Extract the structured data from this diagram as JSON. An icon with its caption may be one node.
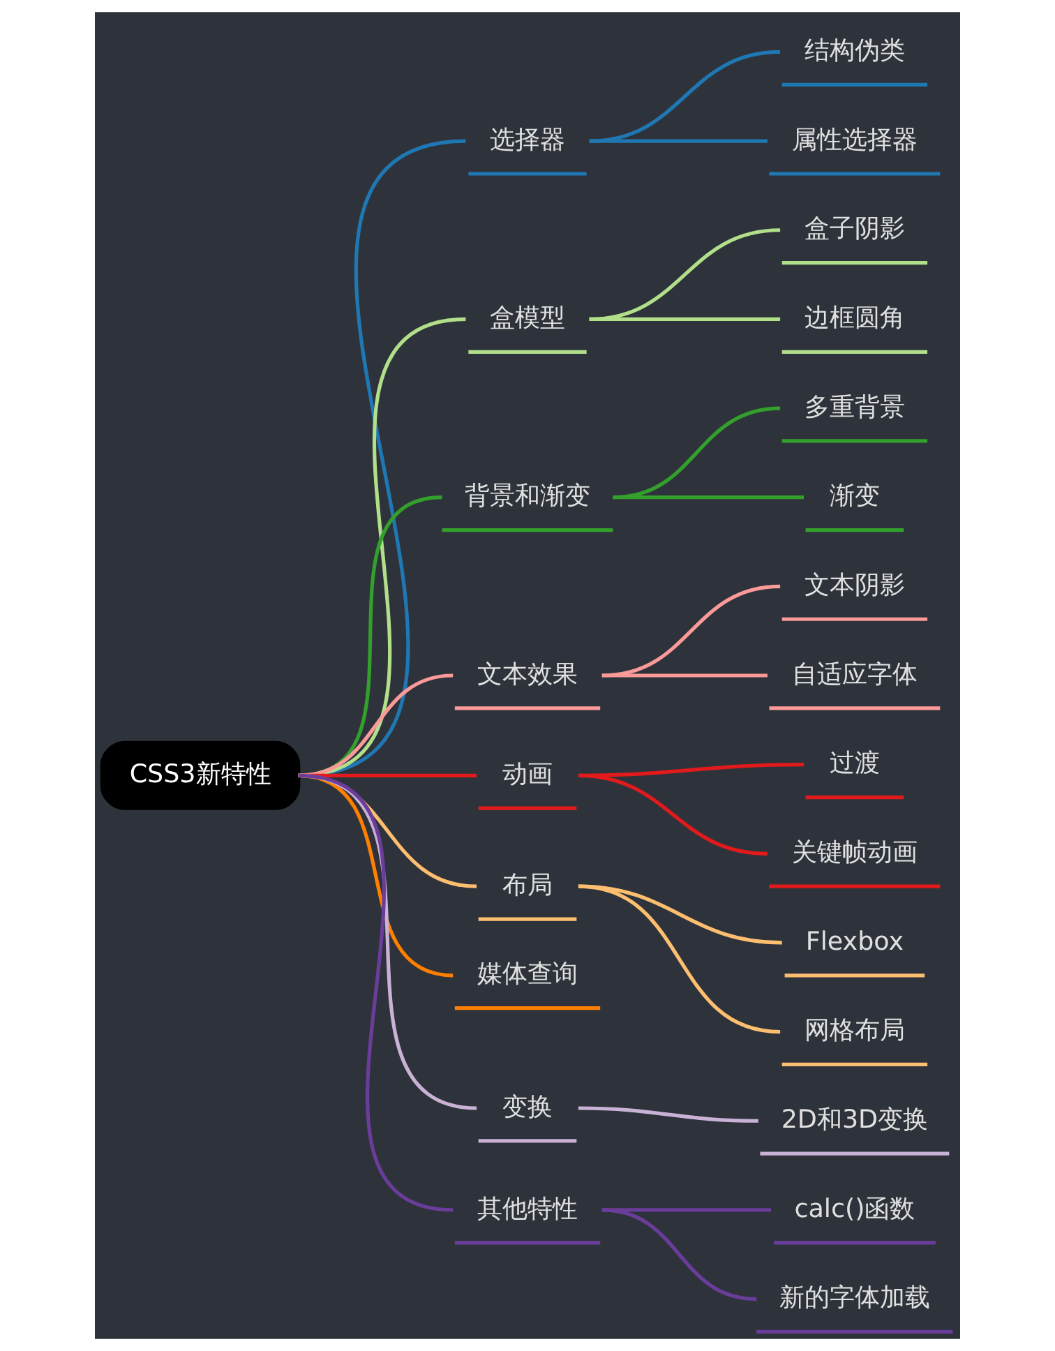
{
  "diagram": {
    "nodes": [
      {
        "text": [
          "CSS3新特性"
        ]
      },
      {
        "text": [
          "选择器"
        ]
      },
      {
        "text": [
          "结构伪类"
        ]
      },
      {
        "text": [
          "属性选择器"
        ]
      },
      {
        "text": [
          "盒模型"
        ]
      },
      {
        "text": [
          "盒子阴影"
        ]
      },
      {
        "text": [
          "边框圆角"
        ]
      },
      {
        "text": [
          "背景和渐变"
        ]
      },
      {
        "text": [
          "多重背景"
        ]
      },
      {
        "text": [
          "渐变"
        ]
      },
      {
        "text": [
          "文本效果"
        ]
      },
      {
        "text": [
          "文本阴影"
        ]
      },
      {
        "text": [
          "自适应字体"
        ]
      },
      {
        "text": [
          "动画"
        ]
      },
      {
        "text": [
          "过渡"
        ]
      },
      {
        "text": [
          "关键帧动画"
        ]
      },
      {
        "text": [
          "布局"
        ]
      },
      {
        "text": [
          "Flexbox"
        ]
      },
      {
        "text": [
          "网格布局"
        ]
      },
      {
        "text": [
          "媒体查询"
        ]
      },
      {
        "text": [
          "变换"
        ]
      },
      {
        "text": [
          "2D和3D变换"
        ]
      },
      {
        "text": [
          "其他特性"
        ]
      },
      {
        "text": [
          "calc()函数"
        ]
      },
      {
        "text": [
          "新的字体加载"
        ]
      }
    ],
    "edges": [
      {
        "from": 0,
        "to": 1,
        "arrow": "none",
        "color": "#1f78b4"
      },
      {
        "from": 1,
        "to": 2,
        "arrow": "none",
        "color": "#1f78b4"
      },
      {
        "from": 1,
        "to": 3,
        "arrow": "none",
        "color": "#1f78b4"
      },
      {
        "from": 0,
        "to": 4,
        "arrow": "none",
        "color": "#b2df8a"
      },
      {
        "from": 4,
        "to": 5,
        "arrow": "none",
        "color": "#b2df8a"
      },
      {
        "from": 4,
        "to": 6,
        "arrow": "none",
        "color": "#b2df8a"
      },
      {
        "from": 0,
        "to": 7,
        "arrow": "none",
        "color": "#33a02c"
      },
      {
        "from": 7,
        "to": 8,
        "arrow": "none",
        "color": "#33a02c"
      },
      {
        "from": 7,
        "to": 9,
        "arrow": "none",
        "color": "#33a02c"
      },
      {
        "from": 0,
        "to": 10,
        "arrow": "none",
        "color": "#fb9a99"
      },
      {
        "from": 10,
        "to": 11,
        "arrow": "none",
        "color": "#fb9a99"
      },
      {
        "from": 10,
        "to": 12,
        "arrow": "none",
        "color": "#fb9a99"
      },
      {
        "from": 0,
        "to": 13,
        "arrow": "none",
        "color": "#e31a1c"
      },
      {
        "from": 13,
        "to": 14,
        "arrow": "none",
        "color": "#e31a1c"
      },
      {
        "from": 13,
        "to": 15,
        "arrow": "none",
        "color": "#e31a1c"
      },
      {
        "from": 0,
        "to": 16,
        "arrow": "none",
        "color": "#fdbf6f"
      },
      {
        "from": 16,
        "to": 17,
        "arrow": "none",
        "color": "#fdbf6f"
      },
      {
        "from": 16,
        "to": 18,
        "arrow": "none",
        "color": "#fdbf6f"
      },
      {
        "from": 0,
        "to": 19,
        "arrow": "none",
        "color": "#ff7f00"
      },
      {
        "from": 0,
        "to": 20,
        "arrow": "none",
        "color": "#cab2d6"
      },
      {
        "from": 20,
        "to": 21,
        "arrow": "none",
        "color": "#cab2d6"
      },
      {
        "from": 0,
        "to": 22,
        "arrow": "none",
        "color": "#6a3d9a"
      },
      {
        "from": 22,
        "to": 23,
        "arrow": "none",
        "color": "#6a3d9a"
      },
      {
        "from": 22,
        "to": 24,
        "arrow": "none",
        "color": "#6a3d9a"
      }
    ]
  }
}
